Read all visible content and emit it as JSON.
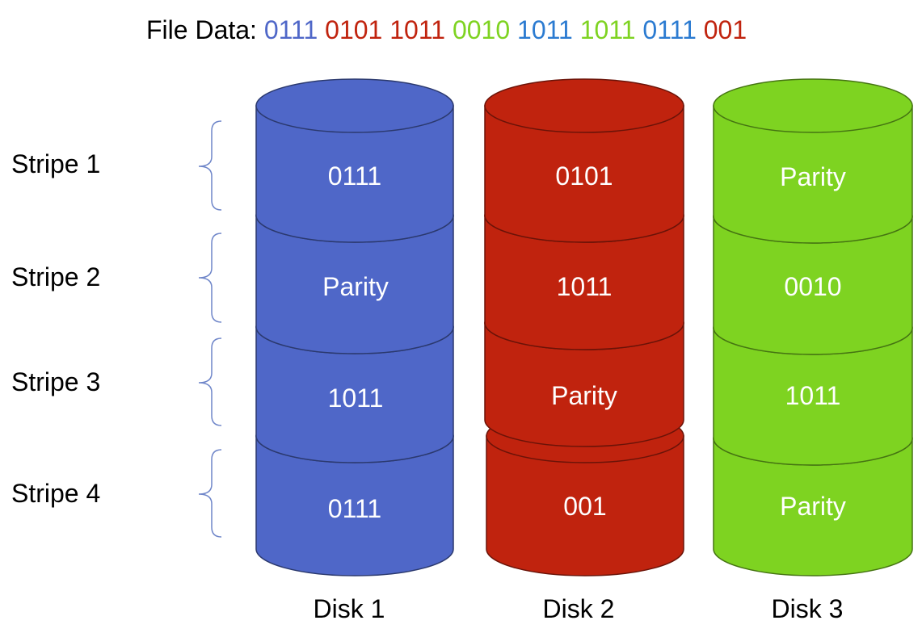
{
  "title": {
    "prefix": "File Data: ",
    "segments": [
      {
        "text": "0111",
        "color": "#4f67c8"
      },
      {
        "text": "0101",
        "color": "#c0230e"
      },
      {
        "text": "1011",
        "color": "#c0230e"
      },
      {
        "text": "0010",
        "color": "#7ed321"
      },
      {
        "text": "1011",
        "color": "#2b7bd1"
      },
      {
        "text": "1011",
        "color": "#7ed321"
      },
      {
        "text": "0111",
        "color": "#2b7bd1"
      },
      {
        "text": "001",
        "color": "#c0230e"
      }
    ]
  },
  "stripes": [
    {
      "label": "Stripe 1"
    },
    {
      "label": "Stripe 2"
    },
    {
      "label": "Stripe 3"
    },
    {
      "label": "Stripe 4"
    }
  ],
  "disks": [
    {
      "label": "Disk 1",
      "color": "#4f67c8",
      "blocks": [
        "0111",
        "Parity",
        "1011",
        "0111"
      ]
    },
    {
      "label": "Disk 2",
      "color": "#c0230e",
      "blocks": [
        "0101",
        "1011",
        "Parity",
        "001"
      ]
    },
    {
      "label": "Disk 3",
      "color": "#7ed321",
      "blocks": [
        "Parity",
        "0010",
        "1011",
        "Parity"
      ]
    }
  ]
}
